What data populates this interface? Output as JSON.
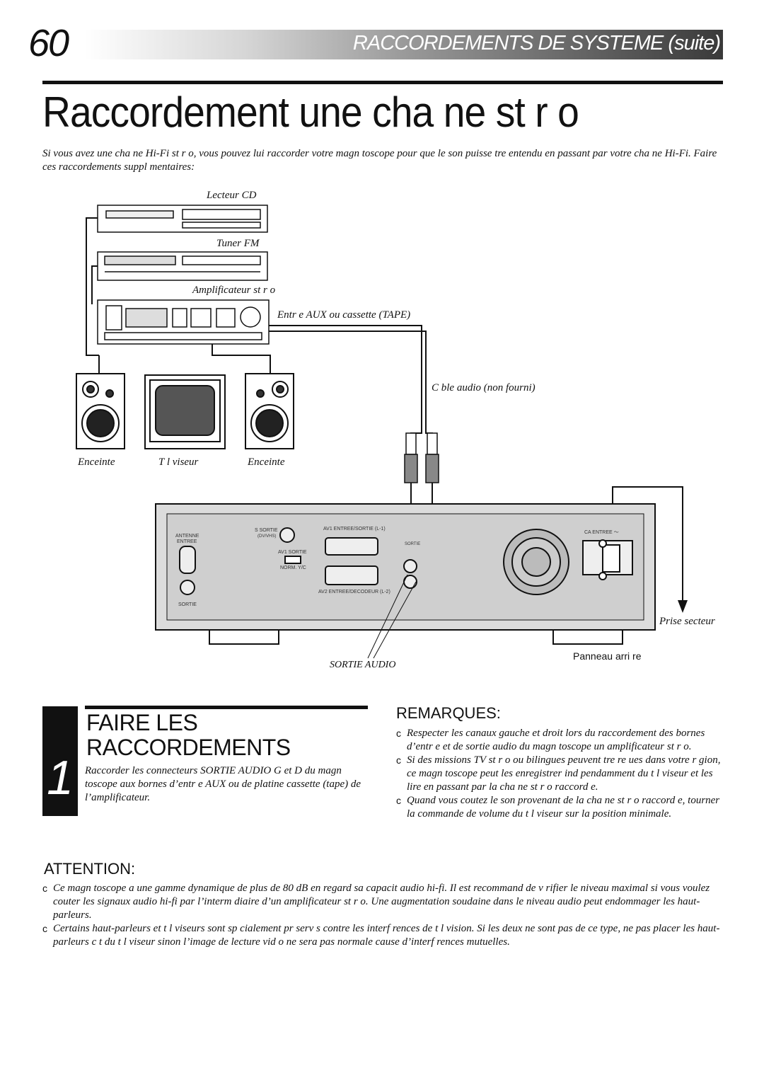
{
  "header": {
    "page_number": "60",
    "section_title": "RACCORDEMENTS DE SYSTEME (suite)"
  },
  "title": "Raccordement   une cha ne st r o",
  "intro": "Si vous avez une cha ne Hi-Fi st r o, vous pouvez lui raccorder votre magn toscope pour que le son puisse  tre entendu en passant par votre cha ne Hi-Fi. Faire ces raccordements suppl mentaires:",
  "diagram": {
    "label_cd": "Lecteur CD",
    "label_tuner": "Tuner FM",
    "label_amp": "Amplificateur st r o",
    "label_aux": "Entr e AUX ou cassette (TAPE)",
    "label_cable": "C ble audio (non fourni)",
    "label_speaker_left": "Enceinte",
    "label_tv": "T l viseur",
    "label_speaker_right": "Enceinte",
    "label_outlet": "Prise secteur",
    "label_rear_panel": "Panneau arri re",
    "label_audio_out": "SORTIE AUDIO",
    "panel": {
      "antenna_in": "ANTENNE",
      "antenna_in_2": "ENTREE",
      "antenna_out": "SORTIE",
      "s_out": "S SORTIE",
      "s_out_sub": "(DV/VHS)",
      "av1_out": "AV1 SORTIE",
      "norm": "NORM. Y/C",
      "av1": "AV1 ENTREE/SORTIE (L-1)",
      "av2": "AV2 ENTREE/DECODEUR (L-2)",
      "audio": "SORTIE",
      "ac_in": "CA ENTREE ～"
    }
  },
  "step": {
    "number": "1",
    "title_line1": "FAIRE LES",
    "title_line2": "RACCORDEMENTS",
    "text": "Raccorder les connecteurs SORTIE AUDIO G et D du magn toscope aux bornes d’entr e AUX ou de platine cassette (tape) de l’amplificateur."
  },
  "remarks": {
    "title": "REMARQUES:",
    "bullet": "c",
    "items": [
      "Respecter les canaux gauche et droit lors du raccordement des bornes d’entr e et de sortie audio du magn toscope   un amplificateur st r o.",
      "Si des  missions TV st r o ou bilingues peuvent  tre re ues dans votre r gion, ce magn toscope peut les enregistrer ind pendamment du t l viseur et les lire en passant par la cha ne st r o raccord e.",
      "Quand vous  coutez le son provenant de la cha ne st r o raccord e, tourner la commande de volume du t l viseur sur la position minimale."
    ]
  },
  "attention": {
    "title": "ATTENTION:",
    "items": [
      "Ce magn toscope a une gamme dynamique de plus de 80 dB en regard   sa capacit  audio hi-fi. Il est recommand  de v rifier le niveau maximal si vous voulez  couter les signaux audio hi-fi par l’interm diaire d’un amplificateur st r o. Une augmentation soudaine dans le niveau audio peut endommager les haut-parleurs.",
      "Certains haut-parleurs et t l viseurs sont sp cialement pr serv s contre les interf rences de t l vision. Si les deux ne sont pas de ce type, ne pas placer les haut-parleurs   c t  du t l viseur sinon l’image de lecture vid o ne sera pas normale   cause d’interf rences mutuelles."
    ]
  }
}
